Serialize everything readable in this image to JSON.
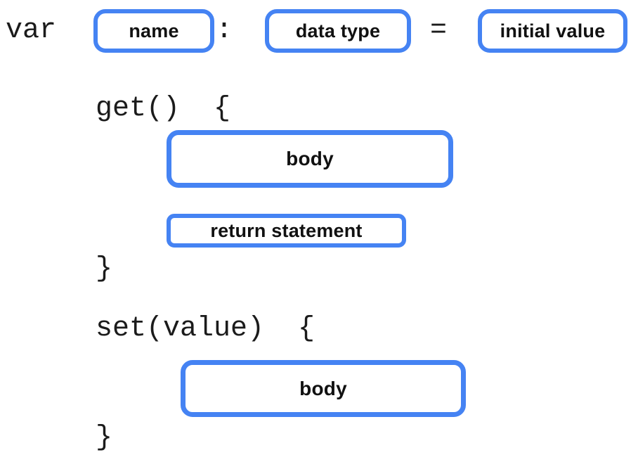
{
  "colors": {
    "box_border": "#4583f3",
    "code_text": "#1b1b1b",
    "label_text": "#111111",
    "background": "#ffffff"
  },
  "declaration": {
    "keyword": "var",
    "name_placeholder": "name",
    "colon": ":",
    "type_placeholder": "data type",
    "equals": "=",
    "initial_placeholder": "initial value"
  },
  "getter": {
    "header": "get()  {",
    "body_placeholder": "body",
    "return_placeholder": "return statement",
    "close_brace": "}"
  },
  "setter": {
    "header": "set(value)  {",
    "body_placeholder": "body",
    "close_brace": "}"
  }
}
